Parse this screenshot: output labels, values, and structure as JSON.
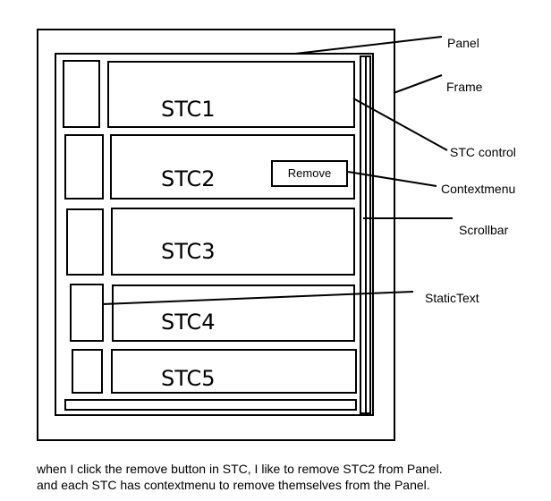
{
  "callouts": {
    "panel": "Panel",
    "frame": "Frame",
    "stc_control": "STC control",
    "contextmenu": "Contextmenu",
    "scrollbar": "Scrollbar",
    "statictext": "StaticText"
  },
  "stc_items": [
    {
      "label": "STC1"
    },
    {
      "label": "STC2"
    },
    {
      "label": "STC3"
    },
    {
      "label": "STC4"
    },
    {
      "label": "STC5"
    }
  ],
  "context_menu": {
    "remove_label": "Remove"
  },
  "caption": {
    "line1": "when I click the remove button in STC, I like to remove STC2 from Panel.",
    "line2": "and each STC has contextmenu to remove themselves from the Panel."
  }
}
